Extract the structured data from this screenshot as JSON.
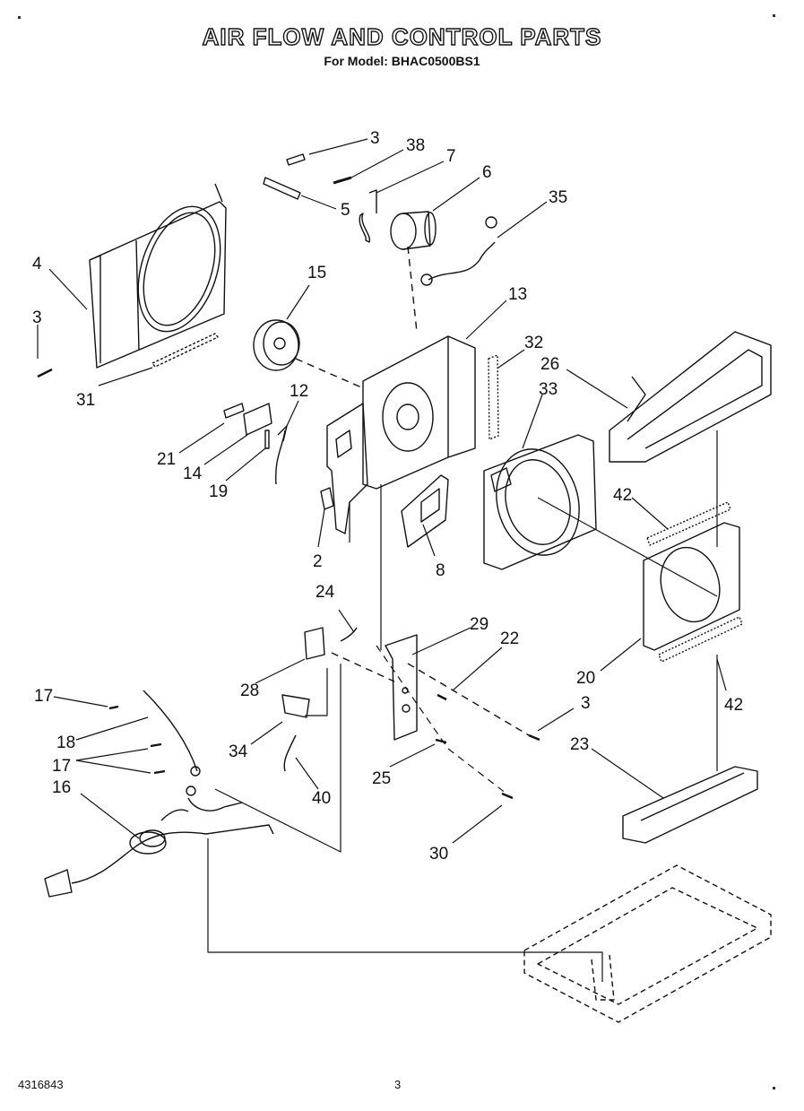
{
  "title": "AIR FLOW AND CONTROL PARTS",
  "subtitle": "For Model: BHAC0500BS1",
  "footer": {
    "part_number": "4316843",
    "page_number": "3"
  },
  "callouts": [
    "3",
    "38",
    "7",
    "6",
    "35",
    "4",
    "5",
    "15",
    "13",
    "3",
    "32",
    "26",
    "33",
    "31",
    "12",
    "21",
    "14",
    "19",
    "2",
    "8",
    "42",
    "24",
    "29",
    "22",
    "28",
    "17",
    "3",
    "18",
    "34",
    "17",
    "16",
    "40",
    "25",
    "20",
    "42",
    "23",
    "30"
  ]
}
